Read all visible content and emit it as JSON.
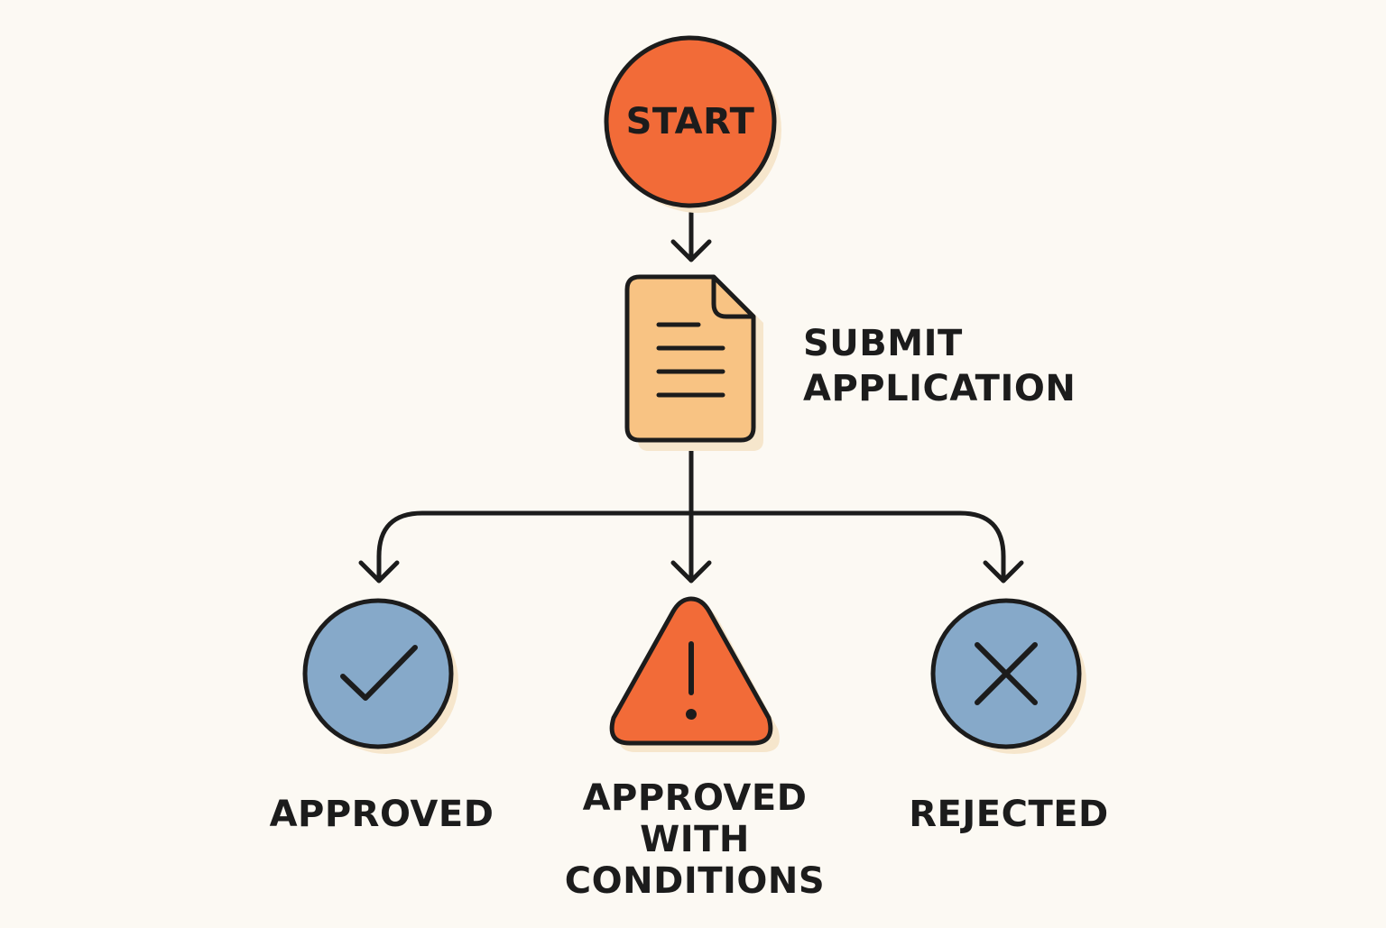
{
  "nodes": {
    "start": {
      "label": "START"
    },
    "submit": {
      "label_line1": "SUBMIT",
      "label_line2": "APPLICATION"
    },
    "approved": {
      "label": "APPROVED"
    },
    "conditional": {
      "label_line1": "APPROVED",
      "label_line2": "WITH",
      "label_line3": "CONDITIONS"
    },
    "rejected": {
      "label": "REJECTED"
    }
  },
  "colors": {
    "background": "#fcf9f3",
    "start_fill": "#f26b38",
    "document_fill": "#f8c383",
    "approved_fill": "#86a9c9",
    "warning_fill": "#f26b38",
    "rejected_fill": "#86a9c9",
    "shadow": "#f6e6cc",
    "stroke": "#1c1c1c"
  },
  "icons": {
    "start": "circle",
    "submit": "document-icon",
    "approved": "checkmark-icon",
    "conditional": "warning-triangle-icon",
    "rejected": "x-mark-icon"
  }
}
